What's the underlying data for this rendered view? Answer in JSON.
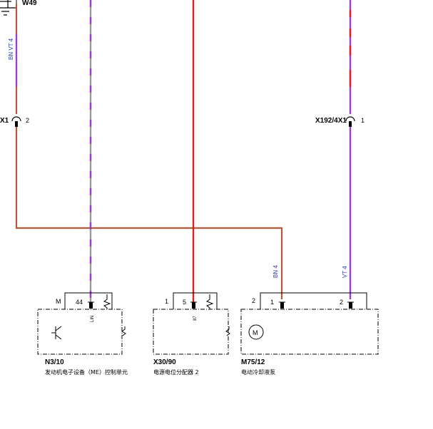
{
  "colors": {
    "brown": "#b05a3a",
    "violet": "#9b3fc8",
    "red": "#e0201c",
    "gray": "#9a9a9a",
    "wire_label": "#2b3aa8"
  },
  "ground": {
    "label": "W49"
  },
  "connectors": {
    "x1": {
      "name": "X1",
      "pin": "2"
    },
    "x192": {
      "name": "X192/4X1",
      "pin": "1"
    }
  },
  "wires": {
    "left_vertical": "BN VT 4",
    "m75_pin1": "BN  4",
    "m75_pin2": "VT  4"
  },
  "components": {
    "n3_10": {
      "id": "N3/10",
      "description": "发动机电子设备（ME）控制单元",
      "connector_label": "M",
      "pin": "44",
      "pin_tag": "LIN"
    },
    "x30_90": {
      "id": "X30/90",
      "description": "电源电位分配器 2",
      "connector_label": "1",
      "pin": "5",
      "pin_tag": "87"
    },
    "m75_12": {
      "id": "M75/12",
      "description": "电动冷却液泵",
      "connector_label": "2",
      "pin_a": "1",
      "pin_b": "2",
      "motor_symbol": "M"
    }
  }
}
